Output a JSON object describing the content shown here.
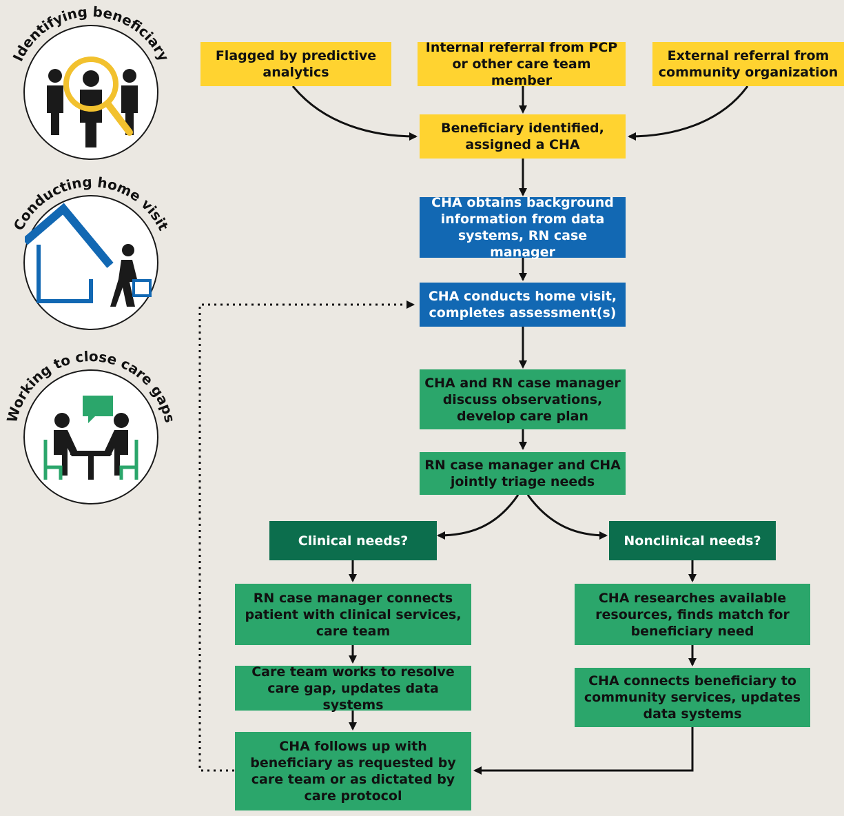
{
  "stages": {
    "identifying": "Identifying beneficiary",
    "home_visit": "Conducting home visit",
    "care_gaps": "Working to close care gaps"
  },
  "flow": {
    "predictive": "Flagged by predictive analytics",
    "internal_referral": "Internal referral from PCP or other care team member",
    "external_referral": "External referral from community organization",
    "identified": "Beneficiary identified, assigned a CHA",
    "background": "CHA obtains background information from data systems, RN case manager",
    "home_visit": "CHA conducts home visit, completes assessment(s)",
    "care_plan": "CHA and RN case manager discuss observations, develop care plan",
    "triage": "RN case manager and CHA jointly triage needs",
    "clinical": "Clinical needs?",
    "nonclinical": "Nonclinical needs?",
    "connect_clinical": "RN case manager connects patient with clinical services, care team",
    "resolve_gap": "Care team works to resolve care gap, updates data systems",
    "follow_up": "CHA follows up with beneficiary as requested by care team or as dictated by care protocol",
    "researches": "CHA researches available resources, finds match for beneficiary need",
    "connect_community": "CHA connects beneficiary to community services, updates data systems"
  },
  "colors": {
    "background": "#ebe8e2",
    "yellow": "#ffd330",
    "blue": "#1268b3",
    "green": "#2ba66b",
    "dark_green": "#0c6e4d"
  },
  "icons": [
    "magnifier-people-icon",
    "house-walker-icon",
    "meeting-table-icon"
  ]
}
